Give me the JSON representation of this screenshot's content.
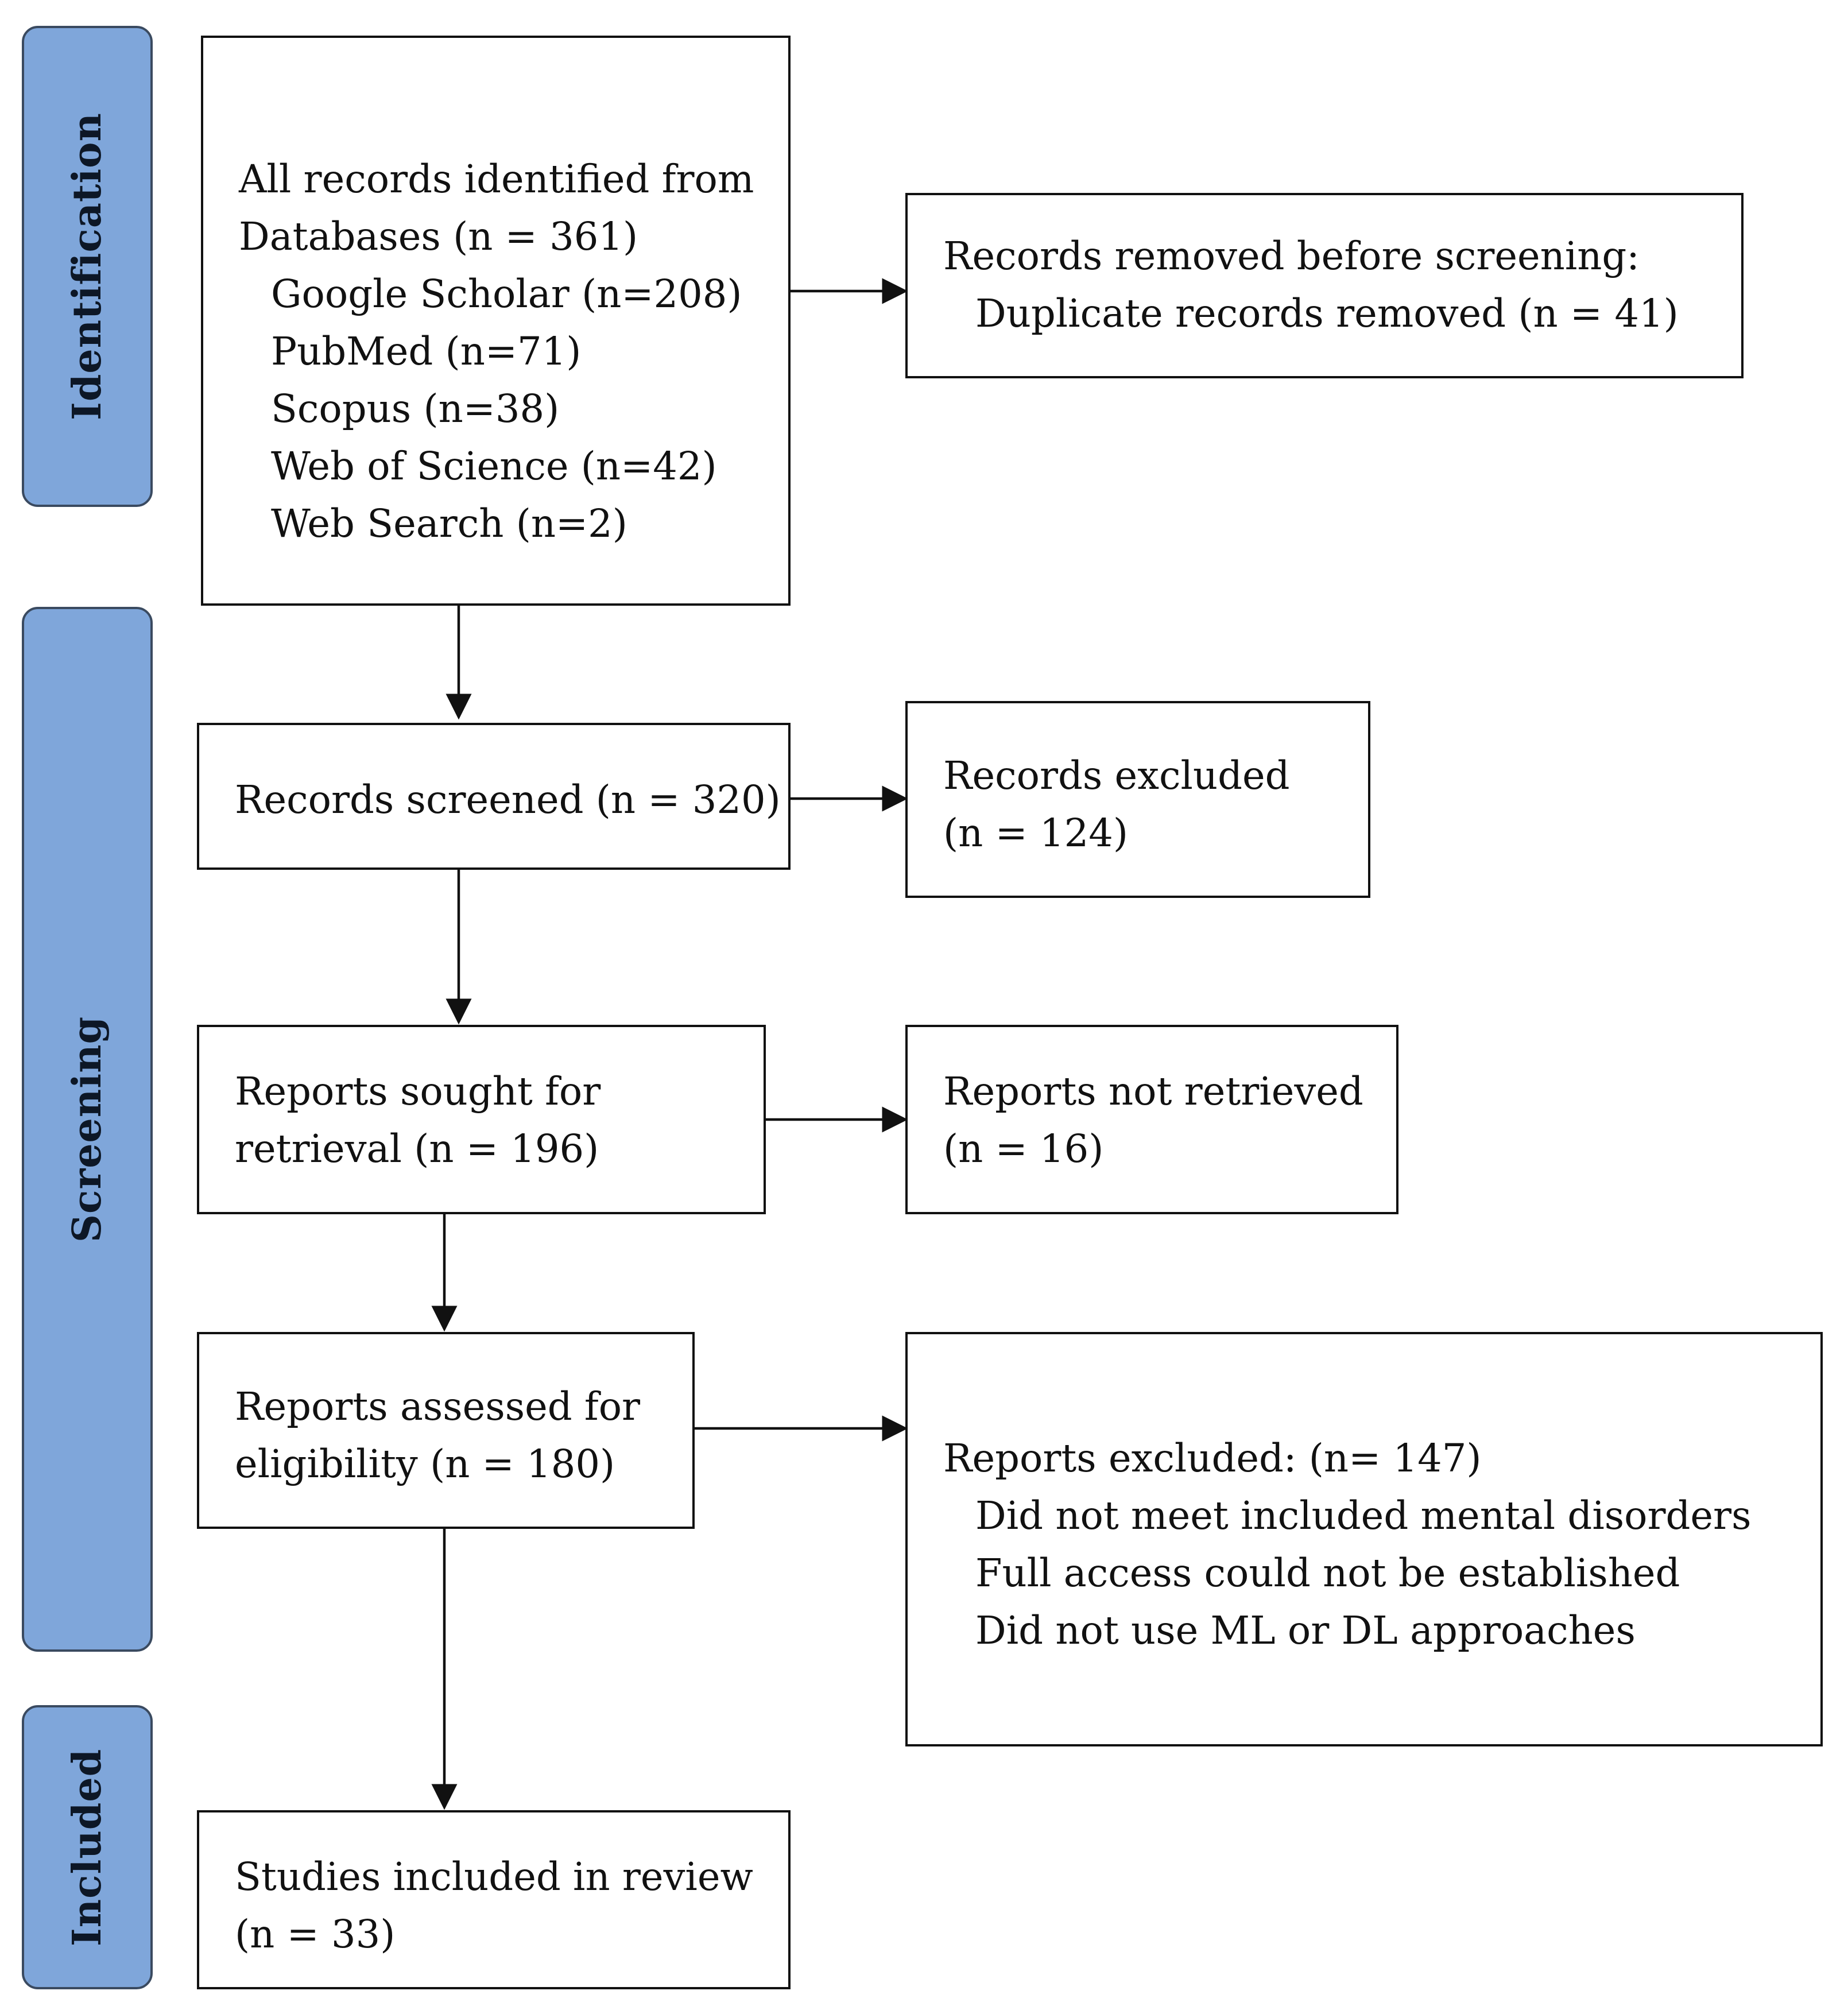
{
  "phases": {
    "identification": "Identification",
    "screening": "Screening",
    "included": "Included"
  },
  "identification_box": {
    "line1": "All records identified from",
    "line2": "Databases (n = 361)",
    "sources": [
      "Google Scholar (n=208)",
      "PubMed (n=71)",
      "Scopus (n=38)",
      "Web of Science (n=42)",
      "Web Search (n=2)"
    ]
  },
  "removed_box": {
    "line1": "Records removed before screening:",
    "line2": "Duplicate records removed (n = 41)"
  },
  "screened_box": {
    "line1": "Records screened (n = 320)"
  },
  "excluded_records_box": {
    "line1": "Records excluded",
    "line2": "(n = 124)"
  },
  "sought_box": {
    "line1": "Reports sought for",
    "line2": "retrieval (n = 196)"
  },
  "not_retrieved_box": {
    "line1": "Reports not retrieved",
    "line2": "(n = 16)"
  },
  "assessed_box": {
    "line1": "Reports assessed for",
    "line2": "eligibility (n = 180)"
  },
  "excluded_reports_box": {
    "line1": "Reports excluded: (n= 147)",
    "reasons": [
      "Did not meet included mental disorders",
      "Full access could not be established",
      "Did not use ML or DL approaches"
    ]
  },
  "included_box": {
    "line1": "Studies included in review",
    "line2": "(n = 33)"
  }
}
